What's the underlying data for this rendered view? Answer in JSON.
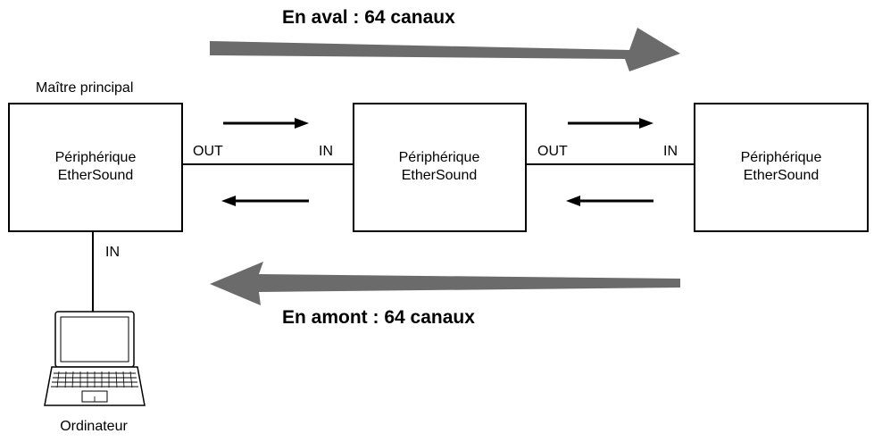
{
  "flows": {
    "downstream_label": "En aval : 64 canaux",
    "upstream_label": "En amont : 64 canaux"
  },
  "master": {
    "caption": "Maître principal"
  },
  "devices": [
    {
      "line1": "Périphérique",
      "line2": "EtherSound"
    },
    {
      "line1": "Périphérique",
      "line2": "EtherSound"
    },
    {
      "line1": "Périphérique",
      "line2": "EtherSound"
    }
  ],
  "ports": {
    "out": "OUT",
    "in": "IN"
  },
  "computer": {
    "port_label": "IN",
    "caption": "Ordinateur"
  },
  "colors": {
    "flow_arrow": "#6b6b6b",
    "line": "#000000",
    "box_fill": "#ffffff"
  }
}
